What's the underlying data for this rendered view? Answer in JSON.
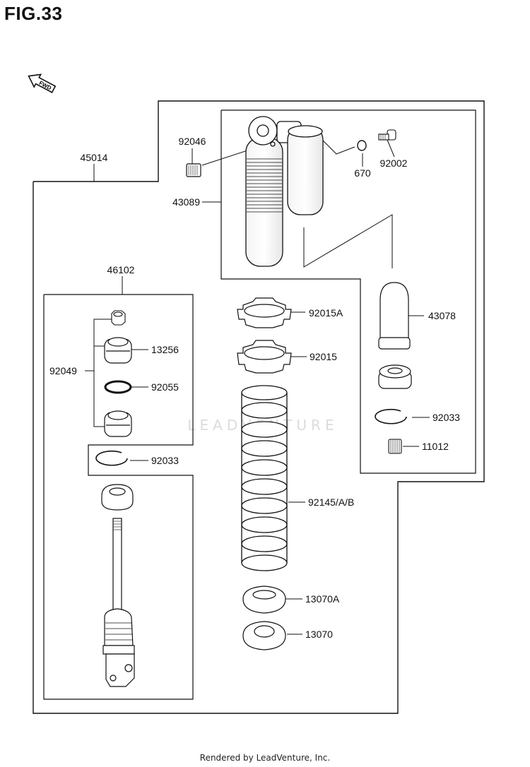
{
  "figure": {
    "title": "FIG.33",
    "fwd_label": "FWD"
  },
  "footer": {
    "text": "Rendered by LeadVenture, Inc."
  },
  "watermark": {
    "text": "LEADVENTURE"
  },
  "parts": {
    "p45014": "45014",
    "p92046": "92046",
    "p670": "670",
    "p92002": "92002",
    "p43089": "43089",
    "p46102": "46102",
    "p92015A": "92015A",
    "p43078": "43078",
    "p13256": "13256",
    "p92049": "92049",
    "p92015": "92015",
    "p92055": "92055",
    "p92033a": "92033",
    "p11012": "11012",
    "p92033b": "92033",
    "p92145": "92145/A/B",
    "p13070A": "13070A",
    "p13070": "13070"
  }
}
